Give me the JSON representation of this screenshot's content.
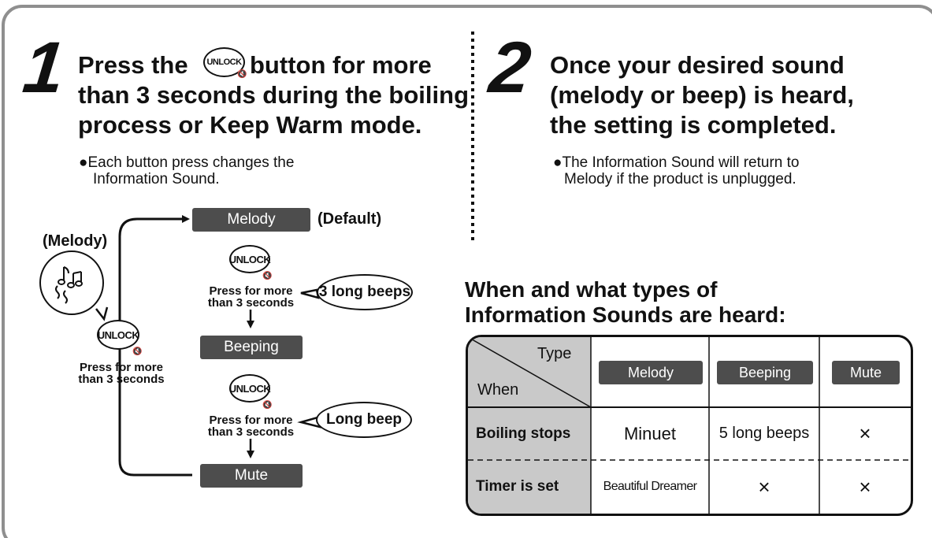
{
  "step1": {
    "number": "1",
    "line1_before": "Press the",
    "line1_after": "button for more",
    "line2": "than 3 seconds during the boiling",
    "line3": "process or Keep Warm mode.",
    "bullet_line1": "●Each button press changes the",
    "bullet_line2": "Information Sound."
  },
  "step2": {
    "number": "2",
    "line1": "Once your desired sound",
    "line2": "(melody or beep) is heard,",
    "line3": "the setting is completed.",
    "bullet_line1": "●The Information Sound will return to",
    "bullet_line2": "Melody if the product is unplugged."
  },
  "button_label": "UNLOCK",
  "diagram": {
    "melody_label": "(Melody)",
    "default_label": "(Default)",
    "states": [
      "Melody",
      "Beeping",
      "Mute"
    ],
    "press_line1": "Press for more",
    "press_line2": "than 3 seconds",
    "bubble1": "3 long beeps",
    "bubble2": "Long beep"
  },
  "table_title": {
    "line1": "When and what types of",
    "line2": "Information Sounds are heard:"
  },
  "table": {
    "corner_top": "Type",
    "corner_bottom": "When",
    "columns": [
      "Melody",
      "Beeping",
      "Mute"
    ],
    "rows": [
      {
        "label": "Boiling stops",
        "values": [
          "Minuet",
          "5 long beeps",
          "×"
        ]
      },
      {
        "label": "Timer is set",
        "values": [
          "Beautiful Dreamer",
          "×",
          "×"
        ]
      }
    ]
  },
  "colors": {
    "pill": "#4d4d4d",
    "header_shade": "#c9c9c9",
    "frame": "#8f8f8f"
  }
}
